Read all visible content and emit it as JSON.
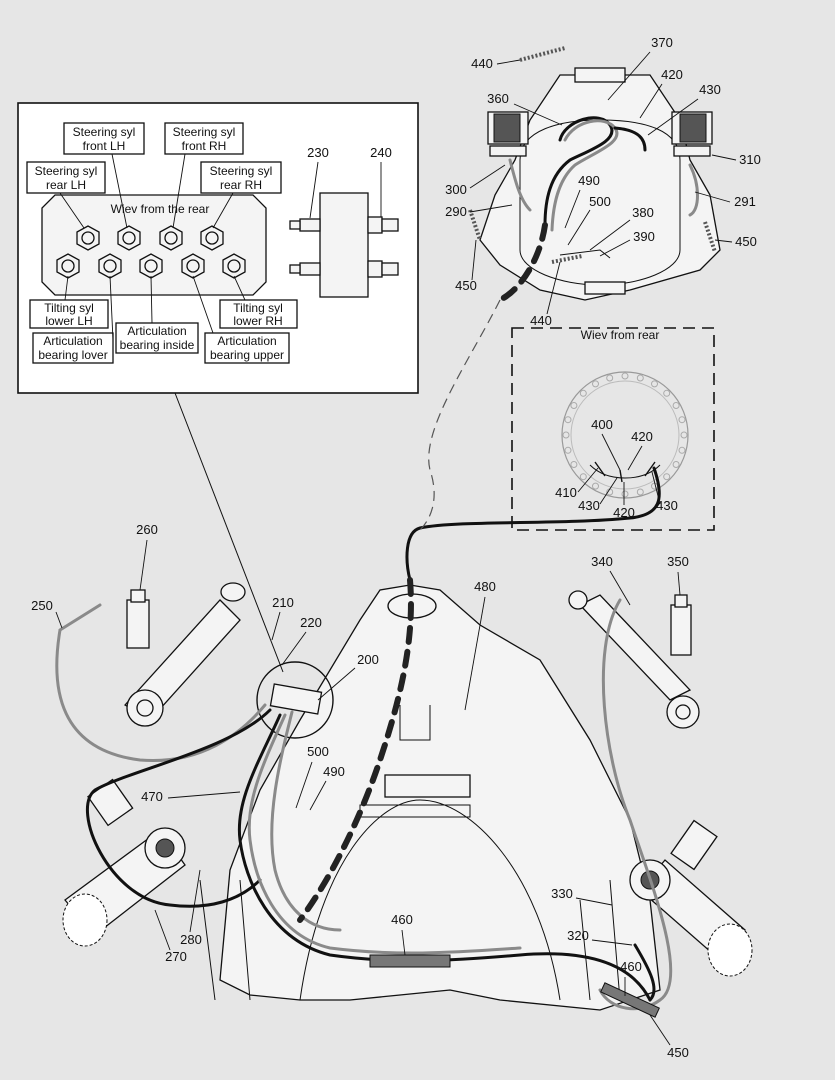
{
  "inset": {
    "title": "Wiev from the rear",
    "labels": {
      "steer_front_lh": [
        "Steering syl",
        "front LH"
      ],
      "steer_front_rh": [
        "Steering syl",
        "front RH"
      ],
      "steer_rear_lh": [
        "Steering syl",
        "rear LH"
      ],
      "steer_rear_rh": [
        "Steering syl",
        "rear RH"
      ],
      "tilt_lower_lh": [
        "Tilting syl",
        "lower  LH"
      ],
      "tilt_lower_rh": [
        "Tilting syl",
        "lower RH"
      ],
      "artic_lover": [
        "Articulation",
        "bearing lover"
      ],
      "artic_inside": [
        "Articulation",
        "bearing inside"
      ],
      "artic_upper": [
        "Articulation",
        "bearing upper"
      ]
    }
  },
  "rear_view": {
    "title": "Wiev  from rear"
  },
  "callouts": {
    "c230": "230",
    "c240": "240",
    "c370": "370",
    "c440a": "440",
    "c420a": "420",
    "c430a": "430",
    "c360": "360",
    "c310": "310",
    "c300": "300",
    "c490a": "490",
    "c500a": "500",
    "c380": "380",
    "c290": "290",
    "c291": "291",
    "c390": "390",
    "c450a": "450",
    "c450b": "450",
    "c440b": "440",
    "c400": "400",
    "c420b": "420",
    "c410": "410",
    "c430b": "430",
    "c430c": "430",
    "c420c": "420",
    "c260": "260",
    "c250": "250",
    "c210": "210",
    "c220": "220",
    "c200": "200",
    "c480": "480",
    "c340": "340",
    "c350": "350",
    "c500b": "500",
    "c490b": "490",
    "c470": "470",
    "c280": "280",
    "c270": "270",
    "c460a": "460",
    "c330": "330",
    "c320": "320",
    "c460b": "460",
    "c450c": "450"
  }
}
